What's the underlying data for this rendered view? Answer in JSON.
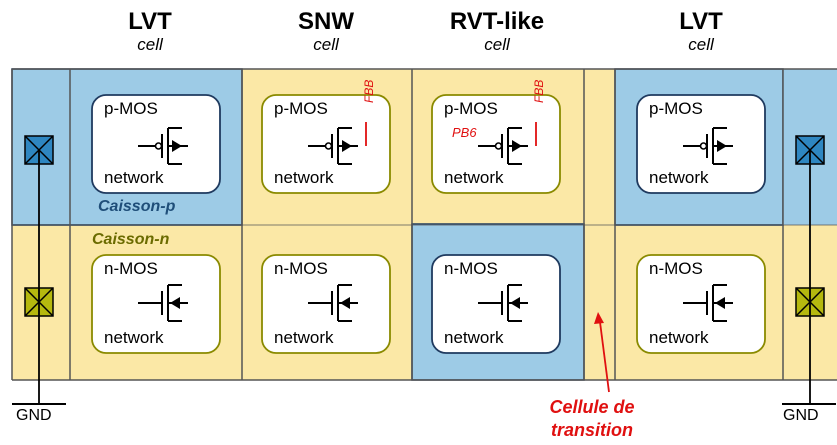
{
  "columns": [
    {
      "title": "LVT",
      "subtitle": "cell"
    },
    {
      "title": "SNW",
      "subtitle": "cell"
    },
    {
      "title": "RVT-like",
      "subtitle": "cell"
    },
    {
      "title": "LVT",
      "subtitle": "cell"
    }
  ],
  "wells": {
    "p_label": "Caisson-p",
    "n_label": "Caisson-n"
  },
  "blocks": {
    "pmos_top": "p-MOS",
    "pmos_bottom": "network",
    "nmos_top": "n-MOS",
    "nmos_bottom": "network"
  },
  "bias": {
    "fbb": "FBB",
    "pb6": "PB6"
  },
  "transition_label": {
    "line1": "Cellule de",
    "line2": "transition"
  },
  "gnd_label": "GND",
  "colors": {
    "p_well": "#9dcbe6",
    "n_well": "#fbe8a6",
    "p_label_color": "#1f4e79",
    "n_label_color": "#6b6b00",
    "highlight": "#e01010"
  }
}
